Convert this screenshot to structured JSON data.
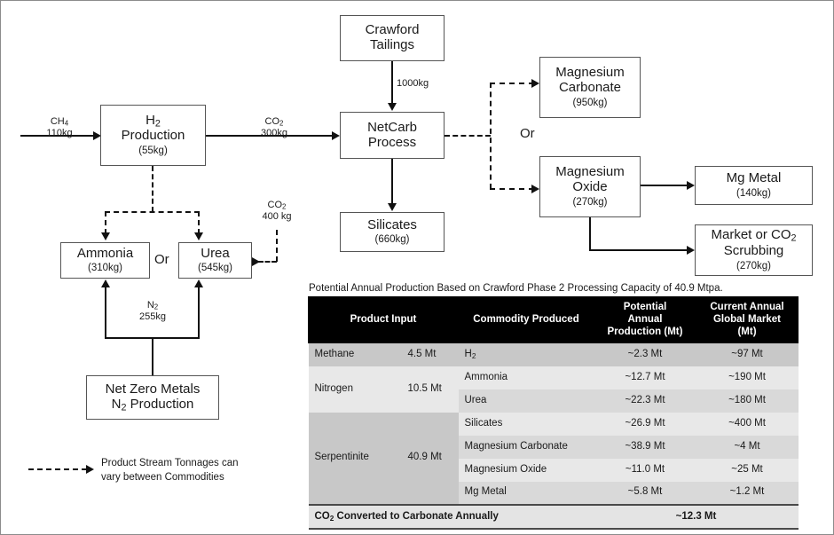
{
  "diagram": {
    "boxes": {
      "crawford_tailings": {
        "line1": "Crawford",
        "line2": "Tailings",
        "qty": ""
      },
      "h2_production": {
        "line1": "H₂",
        "line2": "Production",
        "qty": "(55kg)"
      },
      "netcarb": {
        "line1": "NetCarb",
        "line2": "Process",
        "qty": ""
      },
      "silicates": {
        "line1": "Silicates",
        "line2": "",
        "qty": "(660kg)"
      },
      "ammonia": {
        "line1": "Ammonia",
        "line2": "",
        "qty": "(310kg)"
      },
      "urea": {
        "line1": "Urea",
        "line2": "",
        "qty": "(545kg)"
      },
      "net_zero_metals": {
        "line1": "Net Zero Metals",
        "line2": "N₂ Production",
        "qty": ""
      },
      "magnesium_carbonate": {
        "line1": "Magnesium",
        "line2": "Carbonate",
        "qty": "(950kg)"
      },
      "magnesium_oxide": {
        "line1": "Magnesium",
        "line2": "Oxide",
        "qty": "(270kg)"
      },
      "mg_metal": {
        "line1": "Mg Metal",
        "line2": "",
        "qty": "(140kg)"
      },
      "market_co2_scrubbing": {
        "line1": "Market or CO₂",
        "line2": "Scrubbing",
        "qty": "(270kg)"
      }
    },
    "edge_labels": {
      "ch4": {
        "species": "CH₄",
        "mass": "110kg"
      },
      "co2_to_netcarb": {
        "species": "CO₂",
        "mass": "300kg"
      },
      "tailings_feed": {
        "species": "",
        "mass": "1000kg"
      },
      "co2_to_urea": {
        "species": "CO₂",
        "mass": "400 kg"
      },
      "n2_feed": {
        "species": "N₂",
        "mass": "255kg"
      }
    },
    "or_labels": {
      "left": "Or",
      "right": "Or"
    },
    "legend": {
      "line1": "Product Stream Tonnages can",
      "line2": "vary between Commodities"
    }
  },
  "table": {
    "caption": "Potential Annual Production Based on Crawford Phase 2 Processing Capacity of 40.9 Mtpa.",
    "headers": {
      "product_input": "Product Input",
      "commodity_produced": "Commodity Produced",
      "potential_annual_production": "Potential Annual Production (Mt)",
      "potential_annual_production_l1": "Potential",
      "potential_annual_production_l2": "Annual",
      "potential_annual_production_l3": "Production (Mt)",
      "current_annual_global_market": "Current Annual Global Market (Mt)",
      "current_annual_global_market_l1": "Current Annual",
      "current_annual_global_market_l2": "Global Market",
      "current_annual_global_market_l3": "(Mt)"
    },
    "rows": [
      {
        "input": "Methane",
        "input_qty": "4.5 Mt",
        "commodity": "H₂",
        "production": "~2.3 Mt",
        "market": "~97 Mt"
      },
      {
        "input": "Nitrogen",
        "input_qty": "10.5 Mt",
        "commodity": "Ammonia",
        "production": "~12.7 Mt",
        "market": "~190 Mt"
      },
      {
        "input": "",
        "input_qty": "",
        "commodity": "Urea",
        "production": "~22.3 Mt",
        "market": "~180 Mt"
      },
      {
        "input": "Serpentinite",
        "input_qty": "40.9 Mt",
        "commodity": "Silicates",
        "production": "~26.9 Mt",
        "market": "~400 Mt"
      },
      {
        "input": "",
        "input_qty": "",
        "commodity": "Magnesium Carbonate",
        "production": "~38.9 Mt",
        "market": "~4 Mt"
      },
      {
        "input": "",
        "input_qty": "",
        "commodity": "Magnesium Oxide",
        "production": "~11.0 Mt",
        "market": "~25 Mt"
      },
      {
        "input": "",
        "input_qty": "",
        "commodity": "Mg Metal",
        "production": "~5.8 Mt",
        "market": "~1.2 Mt"
      }
    ],
    "footer": {
      "label": "CO₂ Converted to Carbonate Annually",
      "value": "~12.3 Mt"
    }
  },
  "colors": {
    "header_bg": "#000000",
    "header_fg": "#ffffff",
    "row_dark": "#c8c8c8",
    "row_light": "#e8e8e8",
    "row_mid": "#d9d9d9",
    "footer_bg": "#e4e4e4",
    "line": "#111111",
    "box_border": "#555555",
    "page_border": "#8c8c8c"
  }
}
